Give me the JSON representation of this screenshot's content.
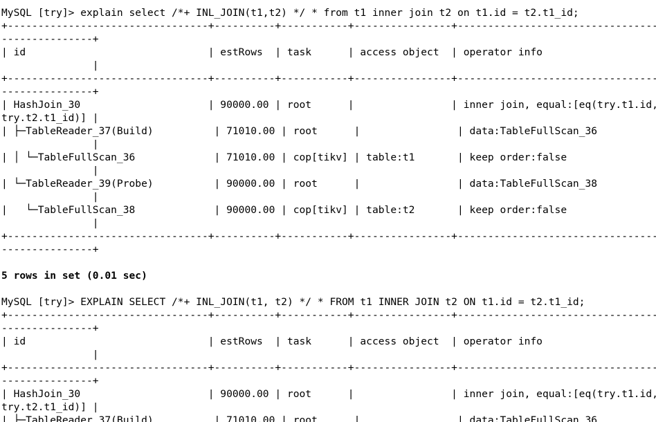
{
  "terminal": {
    "lines": [
      "MySQL [try]> explain select /*+ INL_JOIN(t1,t2) */ * from t1 inner join t2 on t1.id = t2.t1_id;",
      "+---------------------------------+----------+-----------+----------------+------------------------------------------",
      "---------------+",
      "| id                              | estRows  | task      | access object  | operator info",
      "               |",
      "+---------------------------------+----------+-----------+----------------+------------------------------------------",
      "---------------+",
      "| HashJoin_30                     | 90000.00 | root      |                | inner join, equal:[eq(try.t1.id,",
      "try.t2.t1_id)] |",
      "| ├─TableReader_37(Build)          | 71010.00 | root      |                | data:TableFullScan_36",
      "               |",
      "| │ └─TableFullScan_36             | 71010.00 | cop[tikv] | table:t1       | keep order:false",
      "               |",
      "| └─TableReader_39(Probe)          | 90000.00 | root      |                | data:TableFullScan_38",
      "               |",
      "|   └─TableFullScan_38             | 90000.00 | cop[tikv] | table:t2       | keep order:false",
      "               |",
      "+---------------------------------+----------+-----------+----------------+------------------------------------------",
      "---------------+",
      "",
      "5 rows in set (0.01 sec)",
      "",
      "MySQL [try]> EXPLAIN SELECT /*+ INL_JOIN(t1, t2) */ * FROM t1 INNER JOIN t2 ON t1.id = t2.t1_id;",
      "+---------------------------------+----------+-----------+----------------+------------------------------------------",
      "---------------+",
      "| id                              | estRows  | task      | access object  | operator info",
      "               |",
      "+---------------------------------+----------+-----------+----------------+------------------------------------------",
      "---------------+",
      "| HashJoin_30                     | 90000.00 | root      |                | inner join, equal:[eq(try.t1.id,",
      "try.t2.t1_id)] |",
      "| ├─TableReader_37(Build)          | 71010.00 | root      |                | data:TableFullScan_36"
    ]
  }
}
